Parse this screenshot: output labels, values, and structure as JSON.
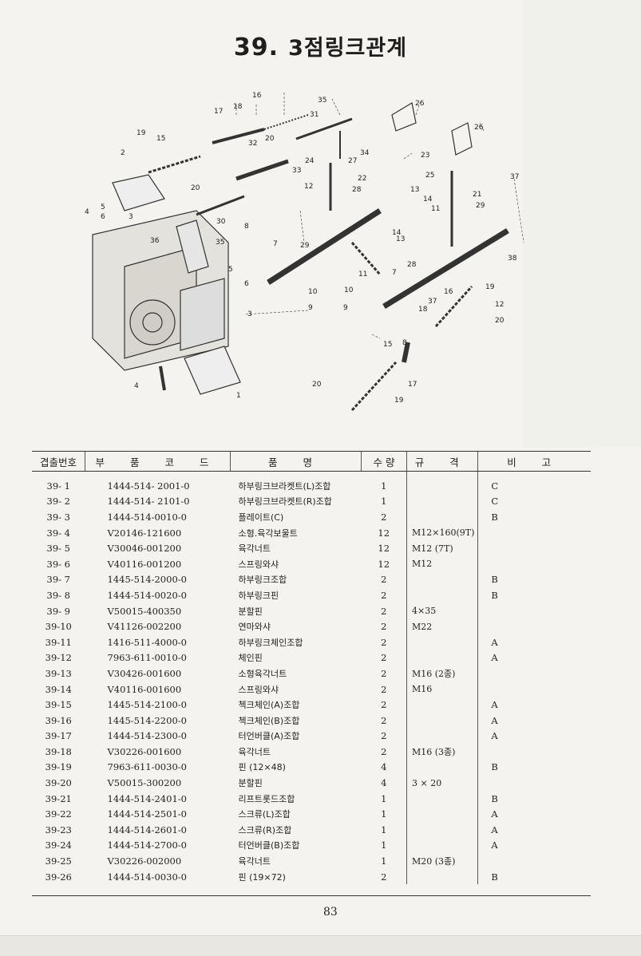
{
  "title": {
    "number": "39.",
    "text": "3점링크관계"
  },
  "page_number": "83",
  "diagram_labels": [
    "16",
    "17",
    "18",
    "35",
    "26",
    "31",
    "19",
    "15",
    "20",
    "32",
    "34",
    "27",
    "23",
    "26",
    "2",
    "24",
    "22",
    "20",
    "33",
    "25",
    "37",
    "12",
    "28",
    "13",
    "14",
    "11",
    "21",
    "29",
    "5",
    "4",
    "6",
    "3",
    "30",
    "8",
    "36",
    "35",
    "14",
    "13",
    "29",
    "7",
    "28",
    "5",
    "6",
    "11",
    "10",
    "38",
    "10",
    "9",
    "7",
    "16",
    "37",
    "19",
    "12",
    "3",
    "18",
    "9",
    "20",
    "15",
    "8",
    "4",
    "20",
    "17",
    "1",
    "19"
  ],
  "table": {
    "headers": [
      "겹출번호",
      "부 품 코 드",
      "품 명",
      "수 량",
      "규 격",
      "비 고"
    ],
    "rows": [
      {
        "no": "39- 1",
        "code": "1444-514- 2001-0",
        "name": "하부링크브라켓트(L)조합",
        "qty": "1",
        "spec": "",
        "note": "C"
      },
      {
        "no": "39- 2",
        "code": "1444-514- 2101-0",
        "name": "하부링크브라켓트(R)조합",
        "qty": "1",
        "spec": "",
        "note": "C"
      },
      {
        "no": "39- 3",
        "code": "1444-514-0010-0",
        "name": "플레이트(C)",
        "qty": "2",
        "spec": "",
        "note": "B"
      },
      {
        "no": "39- 4",
        "code": "V20146-121600",
        "name": "소형.육각보울트",
        "qty": "12",
        "spec": "M12×160(9T)",
        "note": ""
      },
      {
        "no": "39- 5",
        "code": "V30046-001200",
        "name": "육각너트",
        "qty": "12",
        "spec": "M12 (7T)",
        "note": ""
      },
      {
        "no": "39- 6",
        "code": "V40116-001200",
        "name": "스프링와샤",
        "qty": "12",
        "spec": "M12",
        "note": ""
      },
      {
        "no": "39- 7",
        "code": "1445-514-2000-0",
        "name": "하부링크조합",
        "qty": "2",
        "spec": "",
        "note": "B"
      },
      {
        "no": "39- 8",
        "code": "1444-514-0020-0",
        "name": "하부링크핀",
        "qty": "2",
        "spec": "",
        "note": "B"
      },
      {
        "no": "39- 9",
        "code": "V50015-400350",
        "name": "분할핀",
        "qty": "2",
        "spec": "4×35",
        "note": ""
      },
      {
        "no": "39-10",
        "code": "V41126-002200",
        "name": "연마와샤",
        "qty": "2",
        "spec": "M22",
        "note": ""
      },
      {
        "no": "39-11",
        "code": "1416-511-4000-0",
        "name": "하부링크체인조합",
        "qty": "2",
        "spec": "",
        "note": "A"
      },
      {
        "no": "39-12",
        "code": "7963-611-0010-0",
        "name": "체인핀",
        "qty": "2",
        "spec": "",
        "note": "A"
      },
      {
        "no": "39-13",
        "code": "V30426-001600",
        "name": "소형육각너트",
        "qty": "2",
        "spec": "M16 (2종)",
        "note": ""
      },
      {
        "no": "39-14",
        "code": "V40116-001600",
        "name": "스프링와샤",
        "qty": "2",
        "spec": "M16",
        "note": ""
      },
      {
        "no": "39-15",
        "code": "1445-514-2100-0",
        "name": "첵크체인(A)조합",
        "qty": "2",
        "spec": "",
        "note": "A"
      },
      {
        "no": "39-16",
        "code": "1445-514-2200-0",
        "name": "첵크체인(B)조합",
        "qty": "2",
        "spec": "",
        "note": "A"
      },
      {
        "no": "39-17",
        "code": "1444-514-2300-0",
        "name": "터언버클(A)조합",
        "qty": "2",
        "spec": "",
        "note": "A"
      },
      {
        "no": "39-18",
        "code": "V30226-001600",
        "name": "육각너트",
        "qty": "2",
        "spec": "M16 (3종)",
        "note": ""
      },
      {
        "no": "39-19",
        "code": "7963-611-0030-0",
        "name": "핀 (12×48)",
        "qty": "4",
        "spec": "",
        "note": "B"
      },
      {
        "no": "39-20",
        "code": "V50015-300200",
        "name": "분할핀",
        "qty": "4",
        "spec": "3 × 20",
        "note": ""
      },
      {
        "no": "39-21",
        "code": "1444-514-2401-0",
        "name": "리프트롯드조합",
        "qty": "1",
        "spec": "",
        "note": "B"
      },
      {
        "no": "39-22",
        "code": "1444-514-2501-0",
        "name": "스크류(L)조합",
        "qty": "1",
        "spec": "",
        "note": "A"
      },
      {
        "no": "39-23",
        "code": "1444-514-2601-0",
        "name": "스크류(R)조합",
        "qty": "1",
        "spec": "",
        "note": "A"
      },
      {
        "no": "39-24",
        "code": "1444-514-2700-0",
        "name": "터언버클(B)조합",
        "qty": "1",
        "spec": "",
        "note": "A"
      },
      {
        "no": "39-25",
        "code": "V30226-002000",
        "name": "육각너트",
        "qty": "1",
        "spec": "M20 (3종)",
        "note": ""
      },
      {
        "no": "39-26",
        "code": "1444-514-0030-0",
        "name": "핀 (19×72)",
        "qty": "2",
        "spec": "",
        "note": "B"
      }
    ]
  }
}
